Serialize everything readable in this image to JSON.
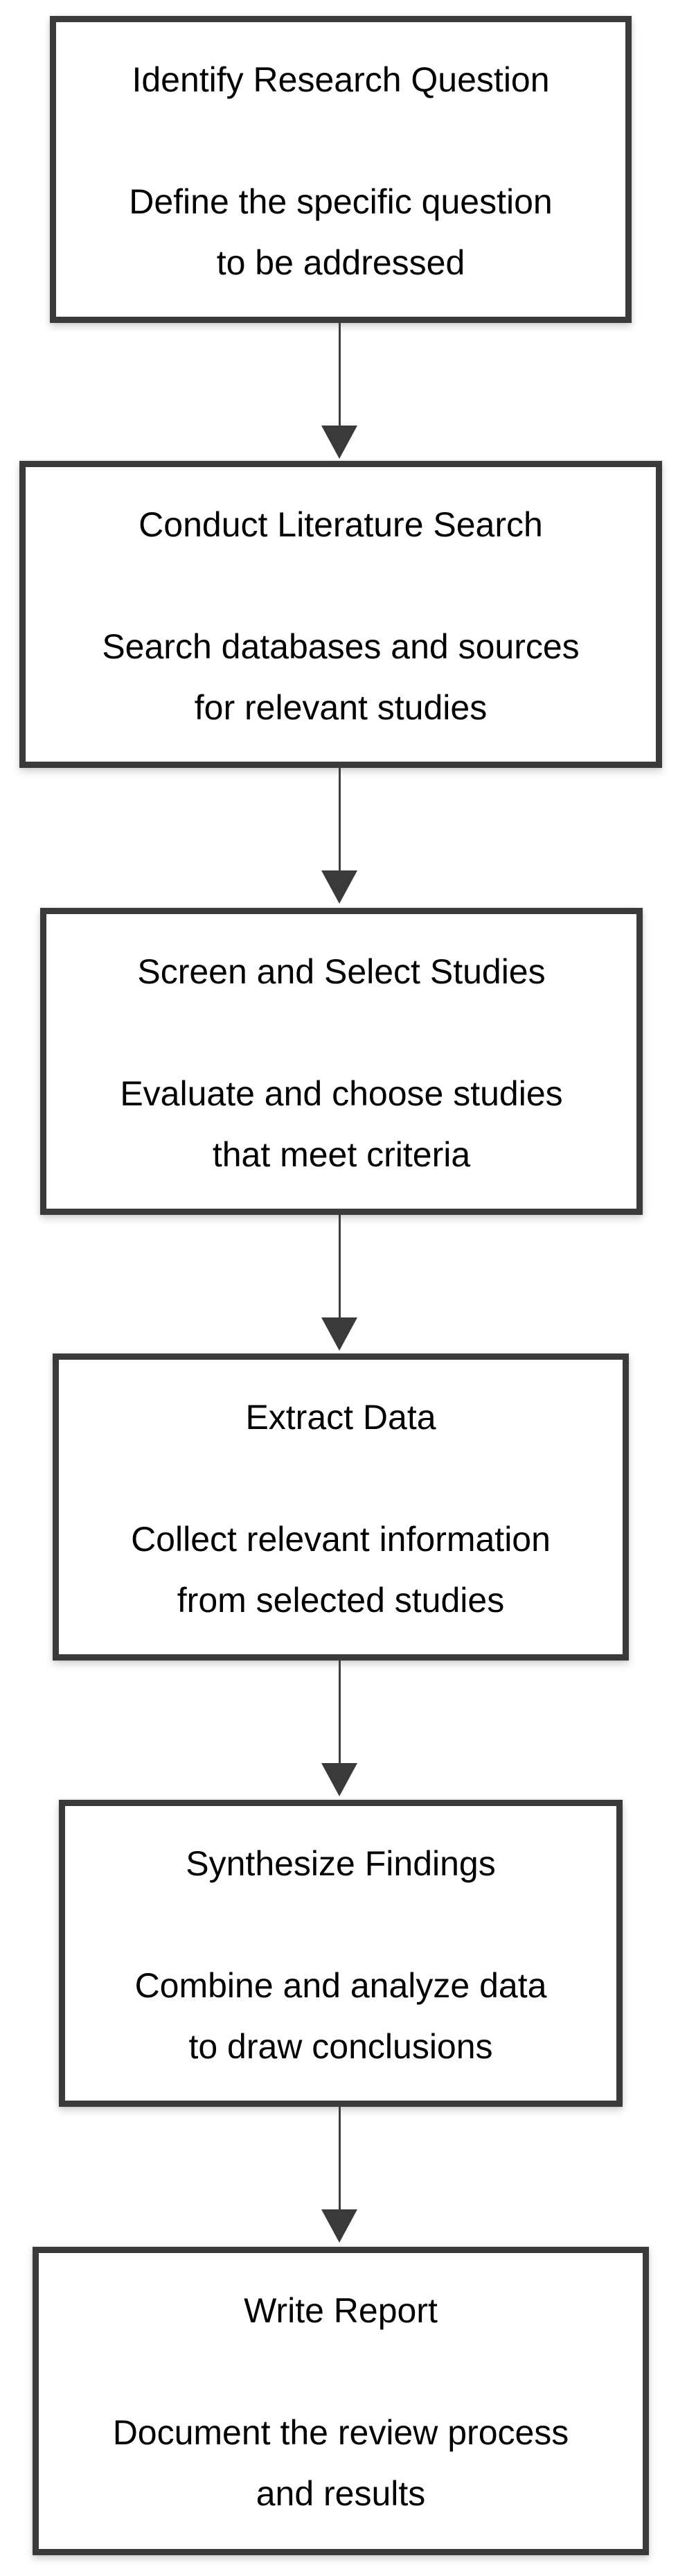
{
  "diagram": {
    "type": "flowchart",
    "direction": "top-down",
    "background_color": "#ffffff",
    "node_border_color": "#3a3a3a",
    "node_fill_color": "#ffffff",
    "arrow_color": "#3f3f3f",
    "text_color": "#000000",
    "nodes": [
      {
        "id": "identify-research-question",
        "title": "Identify Research Question",
        "body_lines": [
          "Define the specific question",
          "to be addressed"
        ]
      },
      {
        "id": "conduct-literature-search",
        "title": "Conduct Literature Search",
        "body_lines": [
          "Search databases and sources",
          "for relevant studies"
        ]
      },
      {
        "id": "screen-and-select-studies",
        "title": "Screen and Select Studies",
        "body_lines": [
          "Evaluate and choose studies",
          "that meet criteria"
        ]
      },
      {
        "id": "extract-data",
        "title": "Extract Data",
        "body_lines": [
          "Collect relevant information",
          "from selected studies"
        ]
      },
      {
        "id": "synthesize-findings",
        "title": "Synthesize Findings",
        "body_lines": [
          "Combine and analyze data",
          "to draw conclusions"
        ]
      },
      {
        "id": "write-report",
        "title": "Write Report",
        "body_lines": [
          "Document the review process",
          "and results"
        ]
      }
    ],
    "edges": [
      {
        "from": "identify-research-question",
        "to": "conduct-literature-search"
      },
      {
        "from": "conduct-literature-search",
        "to": "screen-and-select-studies"
      },
      {
        "from": "screen-and-select-studies",
        "to": "extract-data"
      },
      {
        "from": "extract-data",
        "to": "synthesize-findings"
      },
      {
        "from": "synthesize-findings",
        "to": "write-report"
      }
    ]
  }
}
